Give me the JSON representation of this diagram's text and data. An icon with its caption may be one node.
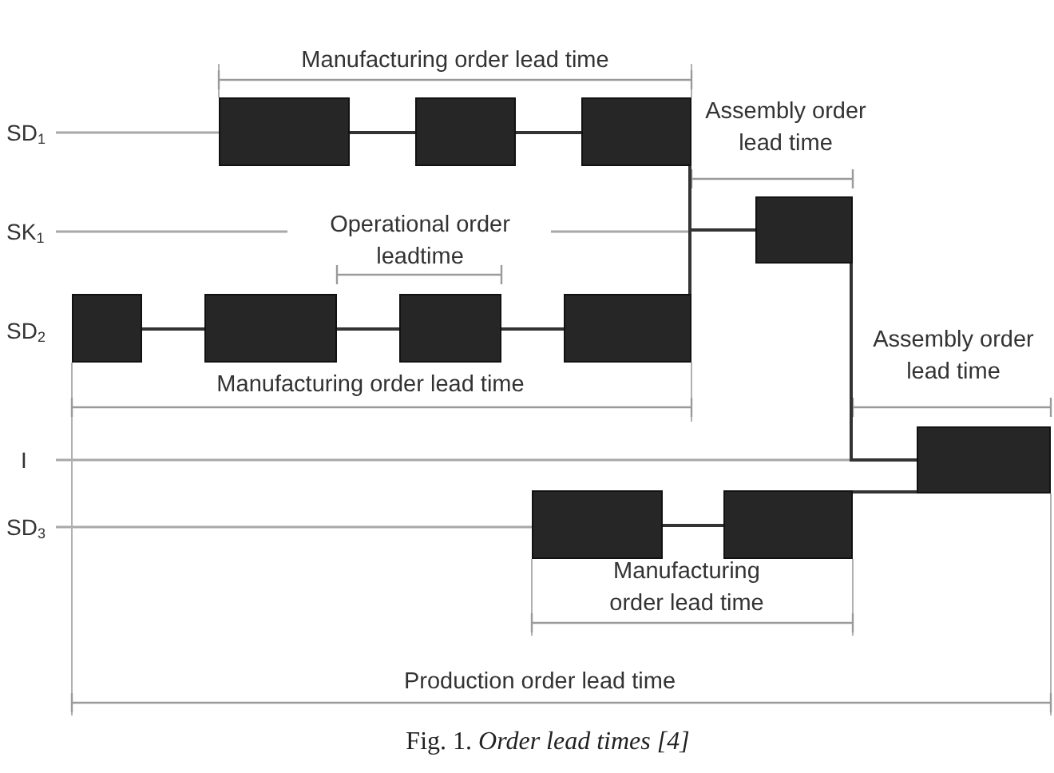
{
  "diagram": {
    "caption": "Fig. 1. *Order lead times [4]*",
    "nodes": [
      {
        "text": [],
        "shape": "bar"
      },
      {
        "text": [],
        "shape": "bar"
      },
      {
        "text": [],
        "shape": "bar"
      },
      {
        "text": [],
        "shape": "bar"
      },
      {
        "text": [],
        "shape": "bar"
      },
      {
        "text": [],
        "shape": "bar"
      },
      {
        "text": [],
        "shape": "bar"
      },
      {
        "text": [],
        "shape": "bar"
      },
      {
        "text": [],
        "shape": "bar"
      },
      {
        "text": [],
        "shape": "bar"
      },
      {
        "text": [],
        "shape": "bar"
      }
    ],
    "edges": [
      {
        "from": 0,
        "to": 1,
        "arrow": "none"
      },
      {
        "from": 1,
        "to": 2,
        "arrow": "none"
      },
      {
        "from": 2,
        "to": 3,
        "arrow": "none"
      },
      {
        "from": 4,
        "to": 5,
        "arrow": "none"
      },
      {
        "from": 5,
        "to": 6,
        "arrow": "none"
      },
      {
        "from": 6,
        "to": 7,
        "arrow": "none"
      },
      {
        "from": 7,
        "to": 3,
        "arrow": "none"
      },
      {
        "from": 3,
        "to": 8,
        "arrow": "none"
      },
      {
        "from": 9,
        "to": 10,
        "arrow": "none"
      },
      {
        "from": 10,
        "to": 8,
        "arrow": "none"
      }
    ],
    "labels": [
      "Manufacturing order lead time",
      "SD$_{1}$",
      "Assembly order lead time",
      "SK$_{1}$",
      "Operational order leadtime",
      "SD$_{2}$",
      "Manufacturing order lead time",
      "Assembly order lead time",
      "I",
      "SD$_{3}$",
      "Manufacturing order lead time",
      "Production order lead time"
    ]
  }
}
